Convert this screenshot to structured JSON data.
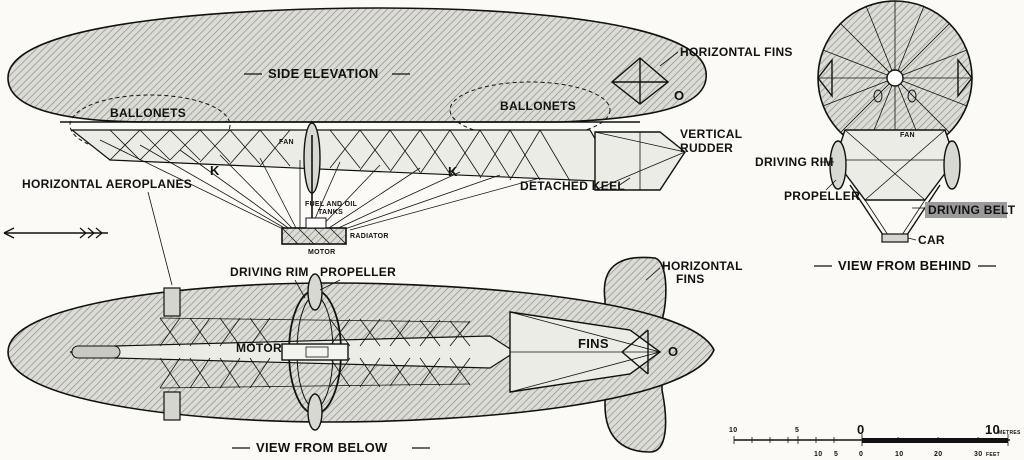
{
  "labels": {
    "side_elevation": "SIDE ELEVATION",
    "horizontal_fins_top": "HORIZONTAL FINS",
    "ballonets_left": "BALLONETS",
    "ballonets_right": "BALLONETS",
    "vertical_rudder_1": "VERTICAL",
    "vertical_rudder_2": "RUDDER",
    "fan_side": "FAN",
    "keel_k_left": "K",
    "keel_k_right": "K",
    "horizontal_aeroplanes": "HORIZONTAL AEROPLANES",
    "detached_keel": "DETACHED KEEL",
    "fuel_oil": "FUEL AND OIL",
    "tanks": "TANKS",
    "radiator": "RADIATOR",
    "motor_side": "MOTOR",
    "driving_rim_below": "DRIVING RIM",
    "propeller_below": "PROPELLER",
    "horizontal_fins_below_1": "HORIZONTAL",
    "horizontal_fins_below_2": "FINS",
    "motor_below": "MOTOR",
    "fins_below": "FINS",
    "view_from_below": "VIEW FROM BELOW",
    "fan_behind": "FAN",
    "driving_rim_behind": "DRIVING RIM",
    "propeller_behind": "PROPELLER",
    "driving_belt": "DRIVING BELT",
    "car": "CAR",
    "view_from_behind": "VIEW FROM BEHIND",
    "metres": "METRES",
    "feet": "FEET",
    "rudder_o_side": "O",
    "rudder_o_below": "O"
  },
  "scale": {
    "metre_ticks": [
      "10",
      "5",
      "0",
      "10"
    ],
    "feet_ticks": [
      "10",
      "5",
      "0",
      "10",
      "20",
      "30"
    ]
  }
}
